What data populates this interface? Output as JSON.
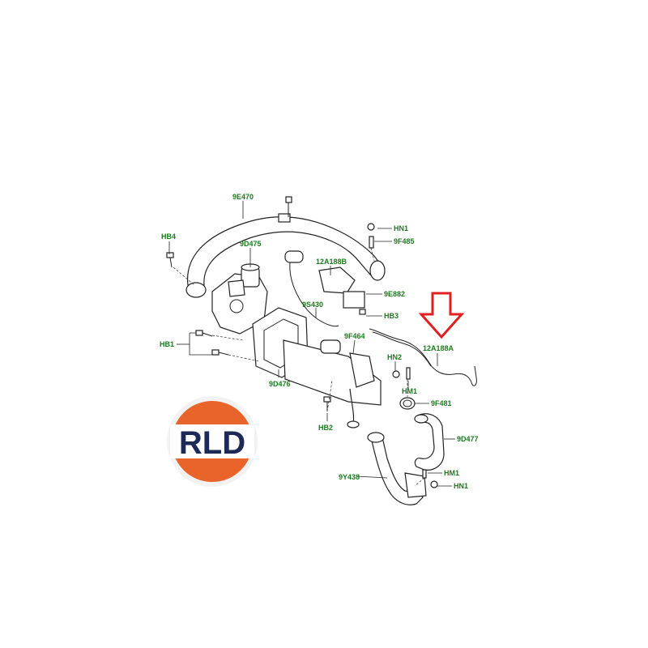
{
  "labels": {
    "l_9E470": "9E470",
    "l_HN1_top": "HN1",
    "l_9F485": "9F485",
    "l_HB4": "HB4",
    "l_9D475": "9D475",
    "l_12A188B": "12A188B",
    "l_9E882": "9E882",
    "l_9S430": "9S430",
    "l_HB3": "HB3",
    "l_12A188A": "12A188A",
    "l_9F464": "9F464",
    "l_HB1": "HB1",
    "l_HN2": "HN2",
    "l_HM1_mid": "HM1",
    "l_9F481": "9F481",
    "l_9D476": "9D476",
    "l_HB2": "HB2",
    "l_9D477": "9D477",
    "l_HM1_low": "HM1",
    "l_9Y438": "9Y438",
    "l_HN1_low": "HN1"
  },
  "logo": {
    "text": "RLD",
    "colors": {
      "orange": "#e8642a",
      "navy": "#1d2a55",
      "ring": "#f2f2f2"
    }
  },
  "arrow": {
    "color": "#e02020",
    "points_to": "12A188A"
  }
}
